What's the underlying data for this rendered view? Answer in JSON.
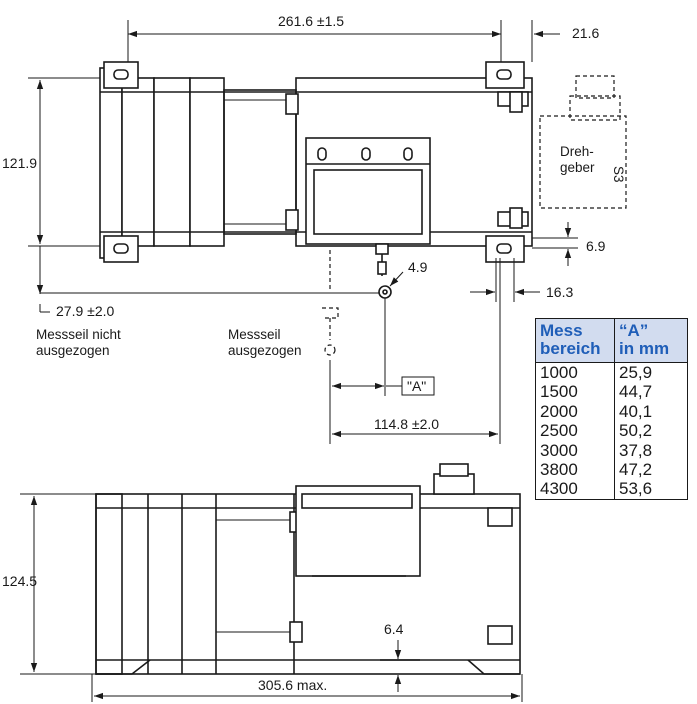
{
  "dimensions": {
    "top_width": "261.6 ±1.5",
    "right_offset": "21.6",
    "height_top": "121.9",
    "small_gap": "6.9",
    "cable_dia": "4.9",
    "cable_offset": "16.3",
    "cable_pos": "27.9 ±2.0",
    "a_marker": "\"A\"",
    "a_base": "114.8 ±2.0",
    "height_bottom": "124.5",
    "bottom_gap": "6.4",
    "overall_width": "305.6 max."
  },
  "labels": {
    "encoder_line1": "Dreh-",
    "encoder_line2": "geber",
    "cable_retracted_line1": "Messseil nicht",
    "cable_retracted_line2": "ausgezogen",
    "cable_extended_line1": "Messseil",
    "cable_extended_line2": "ausgezogen"
  },
  "table": {
    "header": {
      "col1_line1": "Mess",
      "col1_line2": "bereich",
      "col2_line1": "“A”",
      "col2_line2": "in mm"
    },
    "rows": [
      {
        "range": "1000",
        "a": "25,9"
      },
      {
        "range": "1500",
        "a": "44,7"
      },
      {
        "range": "2000",
        "a": "40,1"
      },
      {
        "range": "2500",
        "a": "50,2"
      },
      {
        "range": "3000",
        "a": "37,8"
      },
      {
        "range": "3800",
        "a": "47,2"
      },
      {
        "range": "4300",
        "a": "53,6"
      }
    ]
  },
  "colors": {
    "table_header_bg": "#d2dcef",
    "table_header_text": "#1f5eb8",
    "line": "#1a1a1a"
  }
}
